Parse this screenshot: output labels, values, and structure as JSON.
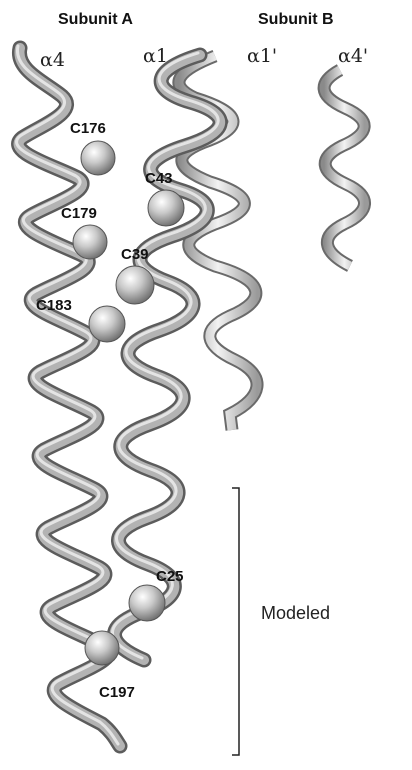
{
  "titles": {
    "subunit_a": "Subunit A",
    "subunit_b": "Subunit B"
  },
  "helices": {
    "a4": "α4",
    "a1": "α1",
    "a1_prime": "α1'",
    "a4_prime": "α4'"
  },
  "cysteines": {
    "c176": "C176",
    "c179": "C179",
    "c183": "C183",
    "c43": "C43",
    "c39": "C39",
    "c25": "C25",
    "c197": "C197"
  },
  "bracket_label": "Modeled",
  "colors": {
    "tube": "#a9a9a9",
    "tube_outline": "#5c5c5c",
    "ribbon": "#d7d7d7",
    "ribbon_dark": "#6a6a6a",
    "sphere": "#bdbdbd"
  }
}
